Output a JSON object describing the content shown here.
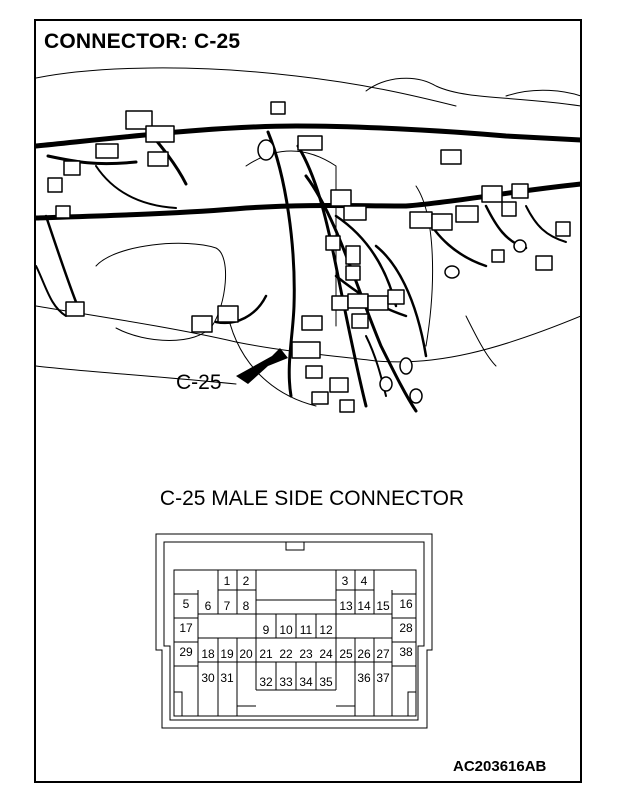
{
  "title": "CONNECTOR: C-25",
  "callout_label": "C-25",
  "connector_title": "C-25 MALE SIDE CONNECTOR",
  "figure_id": "AC203616AB",
  "connector": {
    "pins": [
      "1",
      "2",
      "3",
      "4",
      "5",
      "6",
      "7",
      "8",
      "9",
      "10",
      "11",
      "12",
      "13",
      "14",
      "15",
      "16",
      "17",
      "18",
      "19",
      "20",
      "21",
      "22",
      "23",
      "24",
      "25",
      "26",
      "27",
      "28",
      "29",
      "30",
      "31",
      "32",
      "33",
      "34",
      "35",
      "36",
      "37",
      "38"
    ]
  }
}
